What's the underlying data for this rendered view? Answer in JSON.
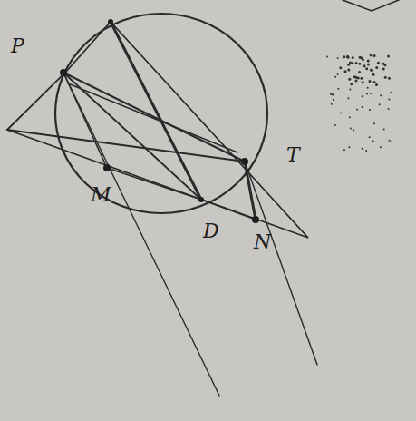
{
  "diagram": {
    "labels": [
      "P",
      "T",
      "M",
      "D",
      "N"
    ]
  }
}
